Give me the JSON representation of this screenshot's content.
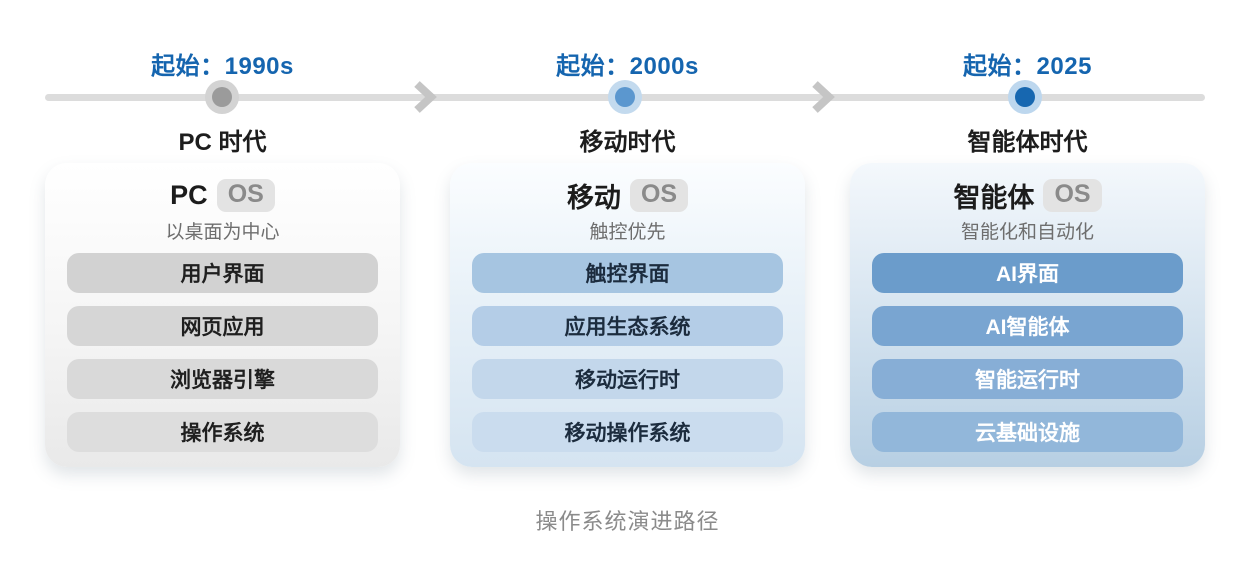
{
  "page": {
    "caption": "操作系统演进路径",
    "background_color": "#ffffff",
    "caption_color": "#8b8b8b"
  },
  "timeline": {
    "line_color": "#dcdcdc",
    "chevron_color": "#c5c5c5",
    "start_label_color": "#1565af",
    "era_label_color": "#1d1d1d",
    "eras": [
      {
        "start_label": "起始：1990s",
        "era_label": "PC 时代",
        "dot_color": "#9b9b9b",
        "ring_color": "#d3d3d3"
      },
      {
        "start_label": "起始：2000s",
        "era_label": "移动时代",
        "dot_color": "#5b97cf",
        "ring_color": "#c3daee"
      },
      {
        "start_label": "起始：2025",
        "era_label": "智能体时代",
        "dot_color": "#1767b0",
        "ring_color": "#bdd7ee"
      }
    ]
  },
  "badge": {
    "bg_color": "#e3e3e3",
    "text_color": "#8a8a8a"
  },
  "cards": [
    {
      "title_main": "PC",
      "title_badge": "OS",
      "subtitle": "以桌面为中心",
      "layers": [
        "用户界面",
        "网页应用",
        "浏览器引擎",
        "操作系统"
      ],
      "bg": "linear-gradient(180deg,#ffffff 0%,#f5f5f5 55%,#e9e9e9 100%)",
      "layer_colors": [
        "#d2d2d2",
        "#d6d6d6",
        "#d9d9d9",
        "#dddddd"
      ],
      "layer_text_color": "#1f1f1f"
    },
    {
      "title_main": "移动",
      "title_badge": "OS",
      "subtitle": "触控优先",
      "layers": [
        "触控界面",
        "应用生态系统",
        "移动运行时",
        "移动操作系统"
      ],
      "bg": "linear-gradient(180deg,#fbfdff 0%,#e8f1f8 45%,#d5e4f1 100%)",
      "layer_colors": [
        "#a6c5e1",
        "#b4cde7",
        "#c3d7eb",
        "#cadcee"
      ],
      "layer_text_color": "#1c2c3e"
    },
    {
      "title_main": "智能体",
      "title_badge": "OS",
      "subtitle": "智能化和自动化",
      "layers": [
        "AI界面",
        "AI智能体",
        "智能运行时",
        "云基础设施"
      ],
      "bg": "linear-gradient(180deg,#f4f8fc 0%,#d9e6f1 45%,#b7cfe3 100%)",
      "layer_colors": [
        "#6b9ccb",
        "#79a5d1",
        "#87aed6",
        "#92b7da"
      ],
      "layer_text_color": "#ffffff"
    }
  ]
}
